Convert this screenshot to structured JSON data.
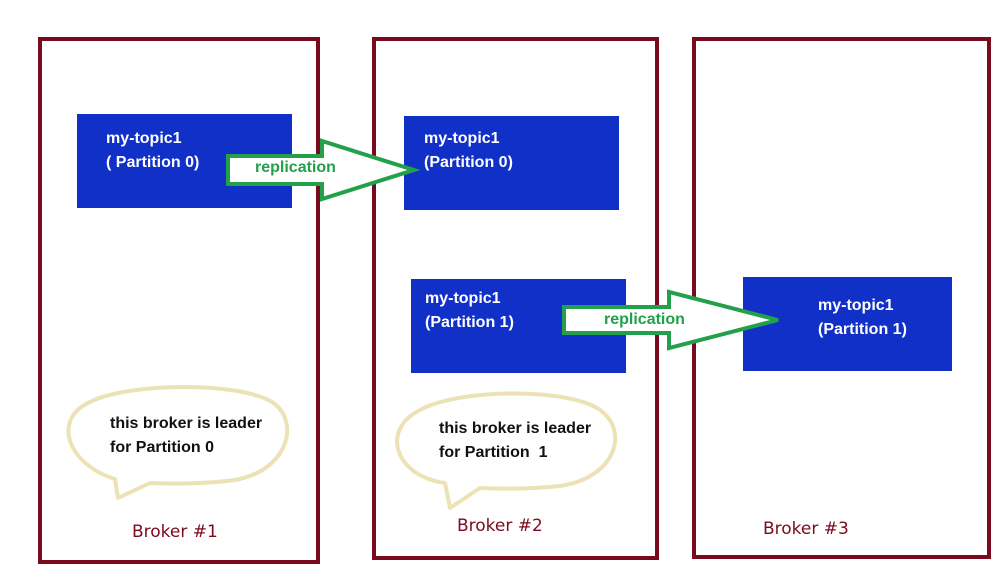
{
  "brokers": [
    {
      "label": "Broker #1"
    },
    {
      "label": "Broker #2"
    },
    {
      "label": "Broker #3"
    }
  ],
  "partitions": [
    {
      "line1": "my-topic1",
      "line2": "( Partition 0)"
    },
    {
      "line1": "my-topic1",
      "line2": "(Partition 0)"
    },
    {
      "line1": "my-topic1",
      "line2": "(Partition 1)"
    },
    {
      "line1": "my-topic1",
      "line2": "(Partition 1)"
    }
  ],
  "arrows": [
    {
      "label": "replication"
    },
    {
      "label": "replication"
    }
  ],
  "callouts": [
    {
      "line1": "this broker is leader",
      "line2": "for Partition 0"
    },
    {
      "line1": "this broker is leader",
      "line2": "for Partition",
      "suffix": "1"
    }
  ],
  "colors": {
    "broker_border": "#7a0a1e",
    "partition_fill": "#1030c8",
    "arrow": "#22a04a",
    "callout_border": "#ece2b6"
  }
}
